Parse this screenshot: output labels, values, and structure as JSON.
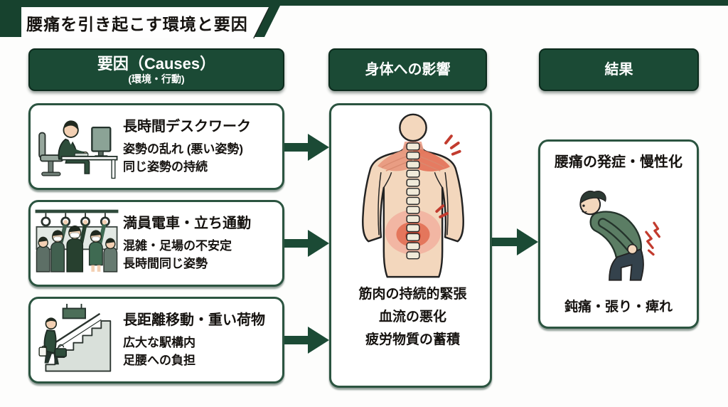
{
  "banner": {
    "title": "腰痛を引き起こす環境と要因"
  },
  "columns": {
    "causes": {
      "header": "要因（Causes）",
      "subheader": "(環境・行動)"
    },
    "effects": {
      "header": "身体への影響"
    },
    "result": {
      "header": "結果"
    }
  },
  "causes": {
    "boxes": [
      {
        "icon": "deskwork-illustration",
        "title": "長時間デスクワーク",
        "lines": [
          "姿勢の乱れ (悪い姿勢)",
          "同じ姿勢の持続"
        ]
      },
      {
        "icon": "crowded-train-illustration",
        "title": "満員電車・立ち通勤",
        "lines": [
          "混雑・足場の不安定",
          "長時間同じ姿勢"
        ]
      },
      {
        "icon": "stairs-luggage-illustration",
        "title": "長距離移動・重い荷物",
        "lines": [
          "広大な駅構内",
          "足腰への負担"
        ]
      }
    ]
  },
  "effects": {
    "icon": "back-muscle-tension-illustration",
    "lines": [
      "筋肉の持続的緊張",
      "血流の悪化",
      "疲労物質の蓄積"
    ]
  },
  "result": {
    "icon": "back-pain-man-illustration",
    "title": "腰痛の発症・慢性化",
    "symptoms": "鈍痛・張り・痺れ"
  },
  "colors": {
    "accent_green": "#1b4a35",
    "border_green": "#2b5440",
    "header_border": "#0c2b1d",
    "pain_red": "#c23b2e",
    "muscle_red": "#e4765c"
  }
}
